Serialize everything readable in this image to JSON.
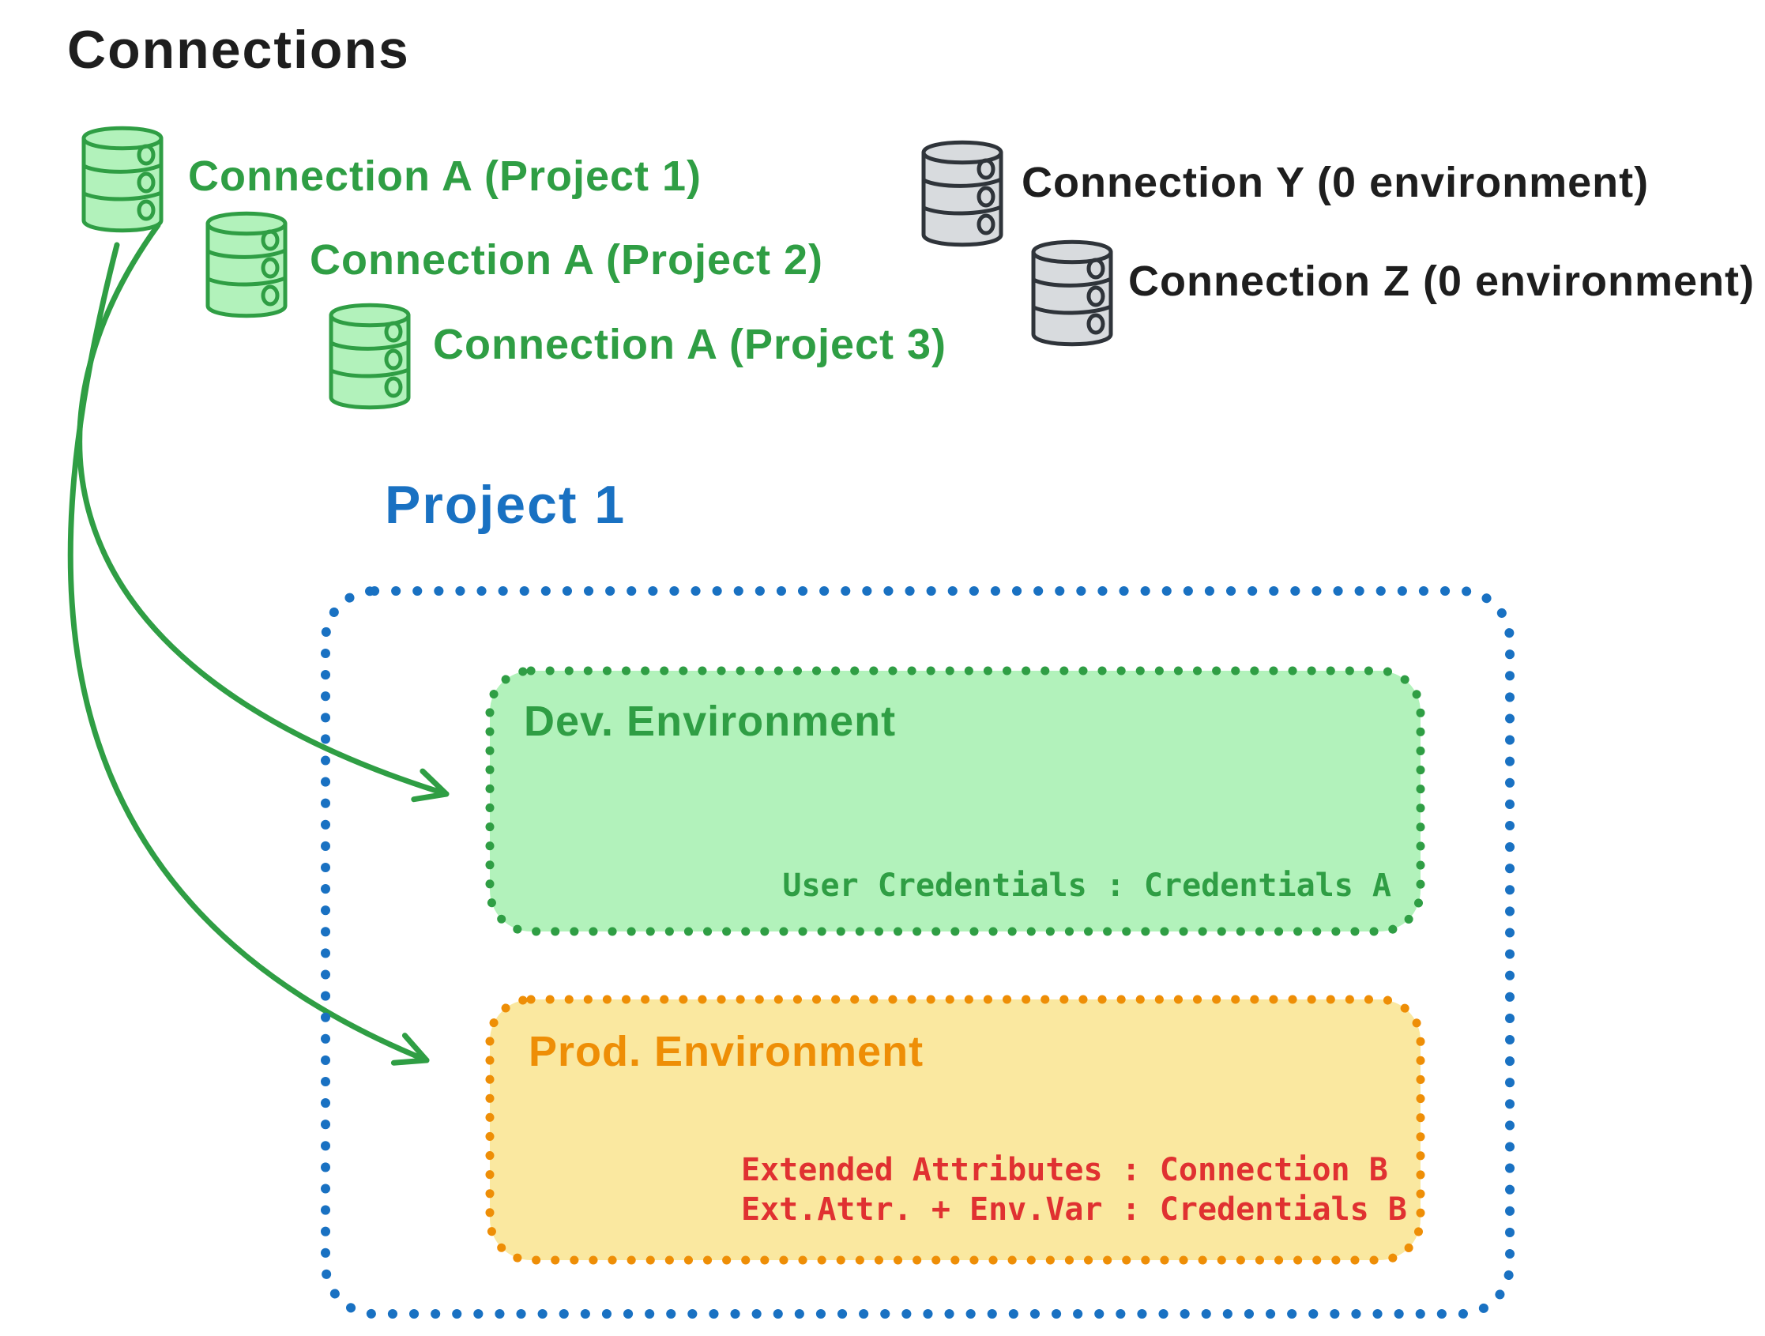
{
  "title": "Connections",
  "colors": {
    "ink": "#1e1e1e",
    "green": "#2f9e44",
    "green_fill": "#b2f2bb",
    "gray_stroke": "#2f343a",
    "gray_fill": "#d8dbde",
    "blue": "#1971c2",
    "orange": "#ee8e06",
    "orange_fill": "#fae8a0",
    "red": "#e03131"
  },
  "green_connections": [
    {
      "label": "Connection A (Project 1)"
    },
    {
      "label": "Connection A (Project 2)"
    },
    {
      "label": "Connection A (Project 3)"
    }
  ],
  "gray_connections": [
    {
      "label": "Connection Y (0 environment)"
    },
    {
      "label": "Connection Z (0 environment)"
    }
  ],
  "project": {
    "title": "Project 1",
    "environments": [
      {
        "name": "Dev. Environment",
        "credentials": [
          "User Credentials : Credentials A"
        ]
      },
      {
        "name": "Prod. Environment",
        "credentials": [
          "Extended Attributes : Connection B",
          "Ext.Attr. + Env.Var : Credentials B"
        ]
      }
    ]
  }
}
